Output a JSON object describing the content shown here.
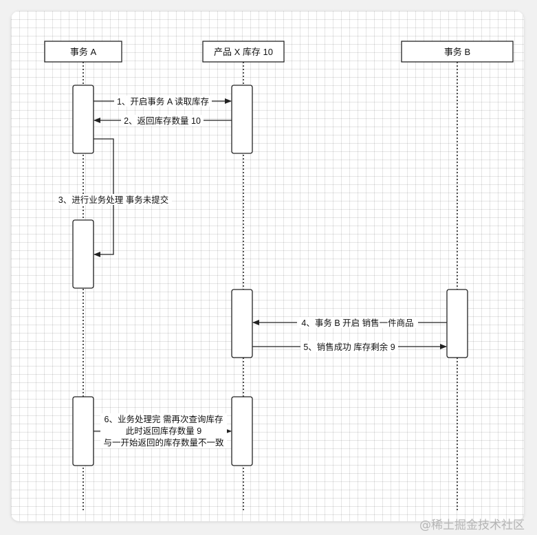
{
  "participants": [
    {
      "id": "A",
      "label": "事务 A"
    },
    {
      "id": "X",
      "label": "产品 X 库存 10"
    },
    {
      "id": "B",
      "label": "事务 B"
    }
  ],
  "messages": [
    {
      "id": "m1",
      "lines": [
        "1、开启事务 A 读取库存"
      ]
    },
    {
      "id": "m2",
      "lines": [
        "2、返回库存数量 10"
      ]
    },
    {
      "id": "m3",
      "lines": [
        "3、进行业务处理 事务未提交"
      ]
    },
    {
      "id": "m4",
      "lines": [
        "4、事务 B 开启 销售一件商品"
      ]
    },
    {
      "id": "m5",
      "lines": [
        "5、销售成功 库存剩余 9"
      ]
    },
    {
      "id": "m6",
      "lines": [
        "6、业务处理完 需再次查询库存",
        "此时返回库存数量 9",
        "与一开始返回的库存数量不一致"
      ]
    }
  ],
  "watermark": "@稀土掘金技术社区"
}
